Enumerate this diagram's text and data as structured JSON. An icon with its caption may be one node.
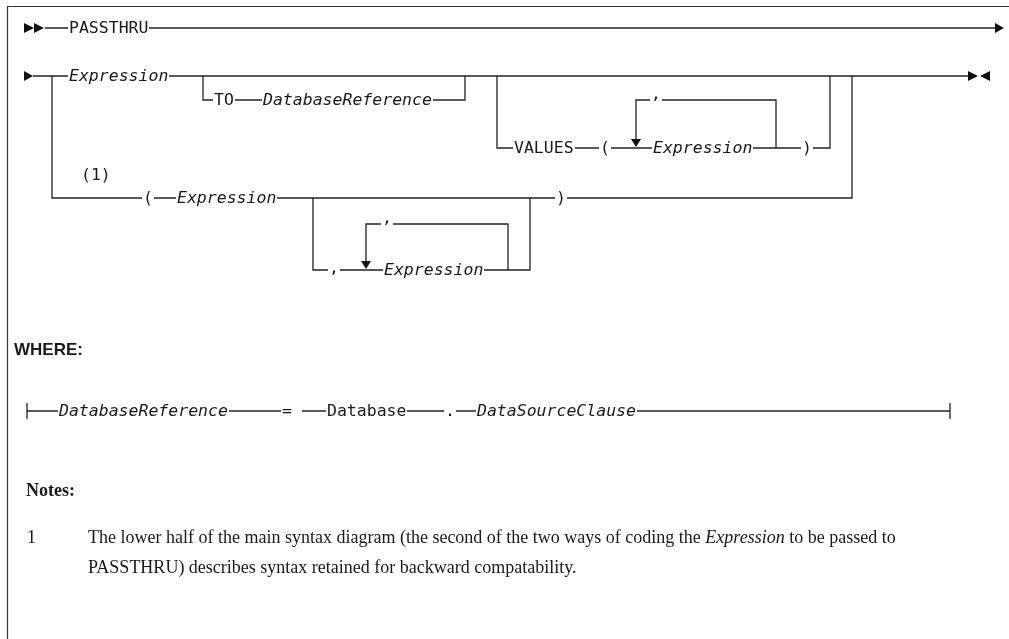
{
  "diagram": {
    "labels": [
      "PASSTHRU",
      "Expression",
      "TO",
      "DatabaseReference",
      ",",
      "VALUES",
      "(",
      "Expression",
      ")",
      "(1)",
      "(",
      "Expression",
      ")",
      ",",
      ",",
      "Expression",
      "WHERE:",
      "DatabaseReference",
      "=",
      "Database",
      ".",
      "DataSourceClause",
      "Notes:",
      "1",
      "The lower half of the main syntax diagram (the second of the two ways of coding the *Expression* to be passed to PASSTHRU) describes syntax retained for backward compatability."
    ]
  }
}
